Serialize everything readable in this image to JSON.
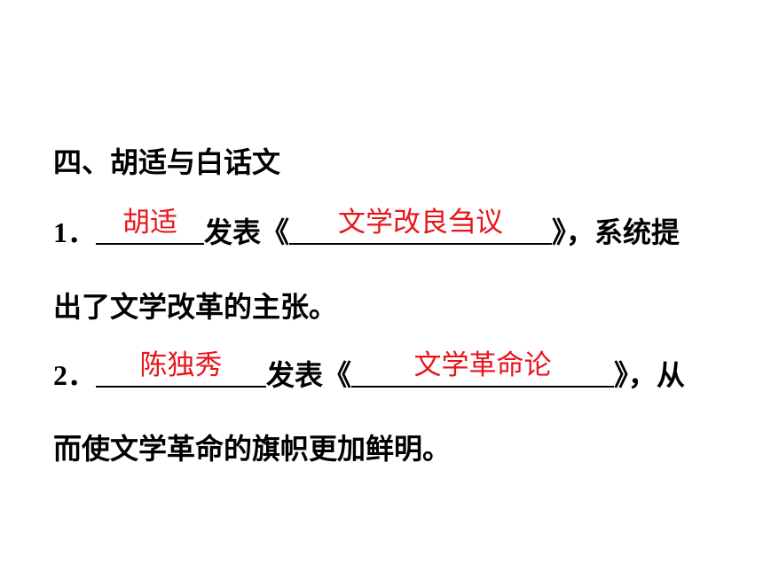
{
  "heading": "四、胡适与白话文",
  "items": [
    {
      "number": "1．",
      "answer1": "胡适",
      "mid": "发表《",
      "answer2": "文学改良刍议",
      "end": "》，系统提",
      "continuation": "出了文学改革的主张。"
    },
    {
      "number": "2．",
      "answer1": "陈独秀",
      "mid": "发表《",
      "answer2": "文学革命论",
      "end": "》，从",
      "continuation": "而使文学革命的旗帜更加鲜明。"
    }
  ],
  "colors": {
    "answer": "#e8141b",
    "text": "#000000"
  }
}
